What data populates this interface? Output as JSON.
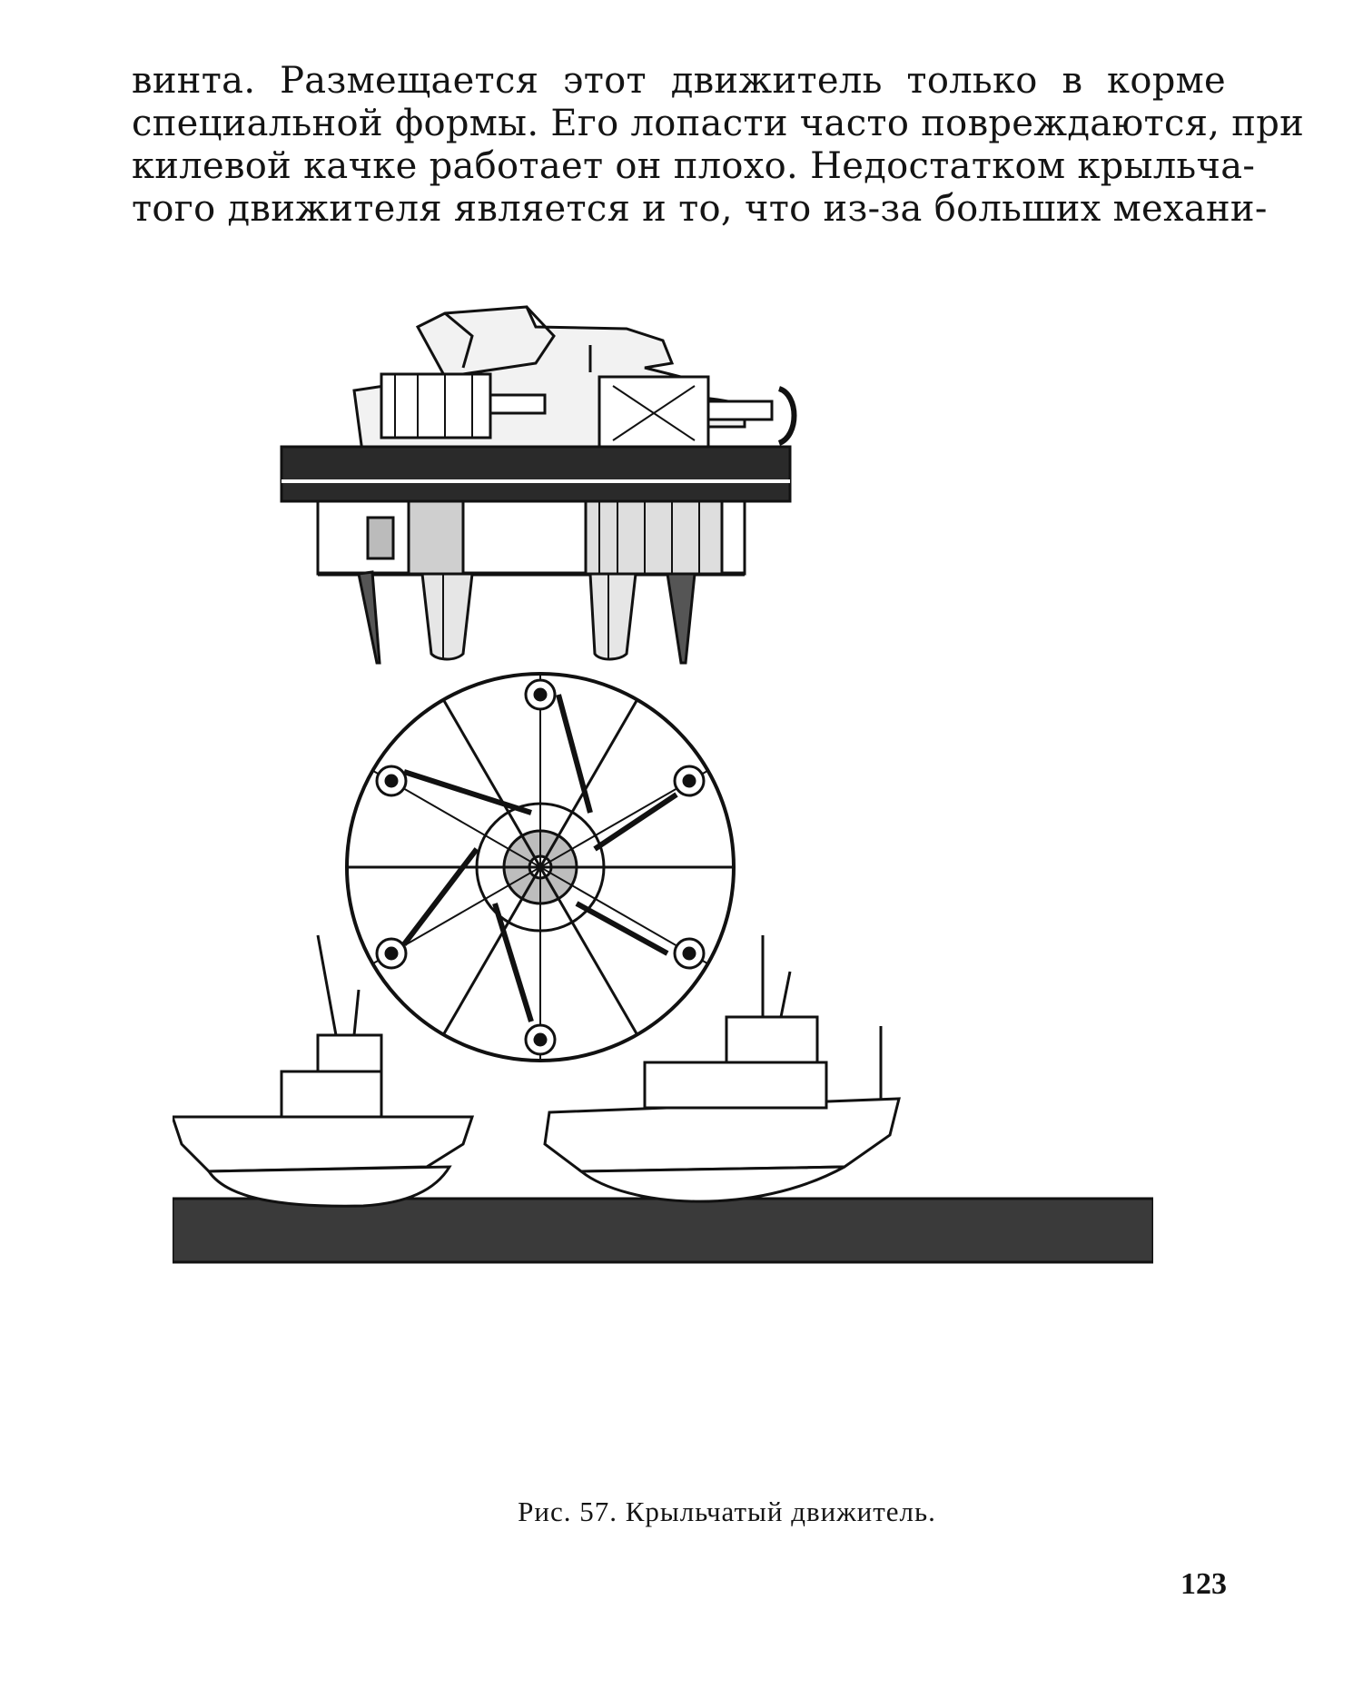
{
  "body_text": {
    "lines": [
      "винта. Размещается этот движитель только в корме",
      "специальной формы. Его лопасти часто повреждаются, при",
      "килевой качке работает он плохо. Недостатком крыльча-",
      "того движителя является и то, что из-за больших механи-"
    ]
  },
  "figure": {
    "caption": "Рис. 57. Крыльчатый движитель."
  },
  "page": {
    "number": "123"
  }
}
